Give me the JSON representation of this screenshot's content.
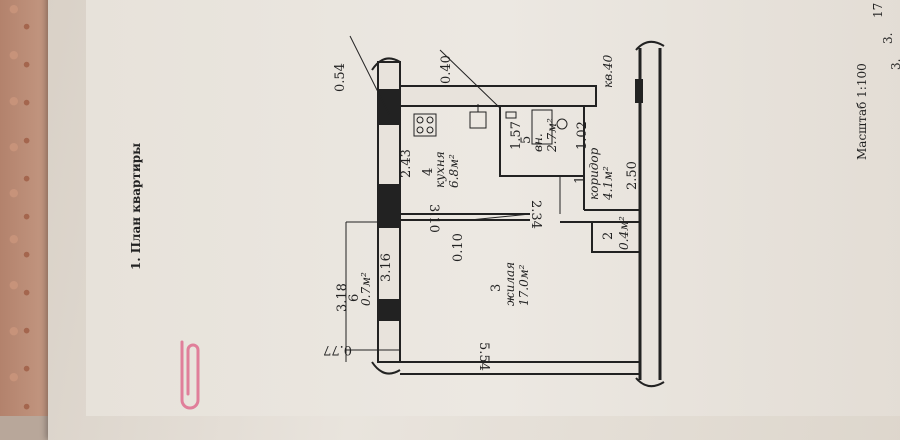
{
  "document": {
    "title": "1. План квартиры",
    "scale": "Масштаб 1:100",
    "apartment": "кв.40"
  },
  "edge_text": [
    "17",
    "3.",
    "3."
  ],
  "rooms": [
    {
      "num": "1",
      "name": "коридор",
      "area": "4.1м²"
    },
    {
      "num": "2",
      "name": "",
      "area": "0.4м²"
    },
    {
      "num": "3",
      "name": "жилая",
      "area": "17.0м²"
    },
    {
      "num": "4",
      "name": "кухня",
      "area": "6.8м²"
    },
    {
      "num": "5",
      "name": "вн.",
      "area": "2.7м²"
    },
    {
      "num": "6",
      "name": "",
      "area": "0.7м²"
    }
  ],
  "dimensions": {
    "d054": "0.54",
    "d040": "0.40",
    "d243": "2.43",
    "d310": "3.10",
    "d234": "2.34",
    "d157": "1.57",
    "d102": "1.02",
    "d250": "2.50",
    "d010": "0.10",
    "d318": "3.18",
    "d316": "3.16",
    "d077": "0.77",
    "d554": "5.54"
  }
}
